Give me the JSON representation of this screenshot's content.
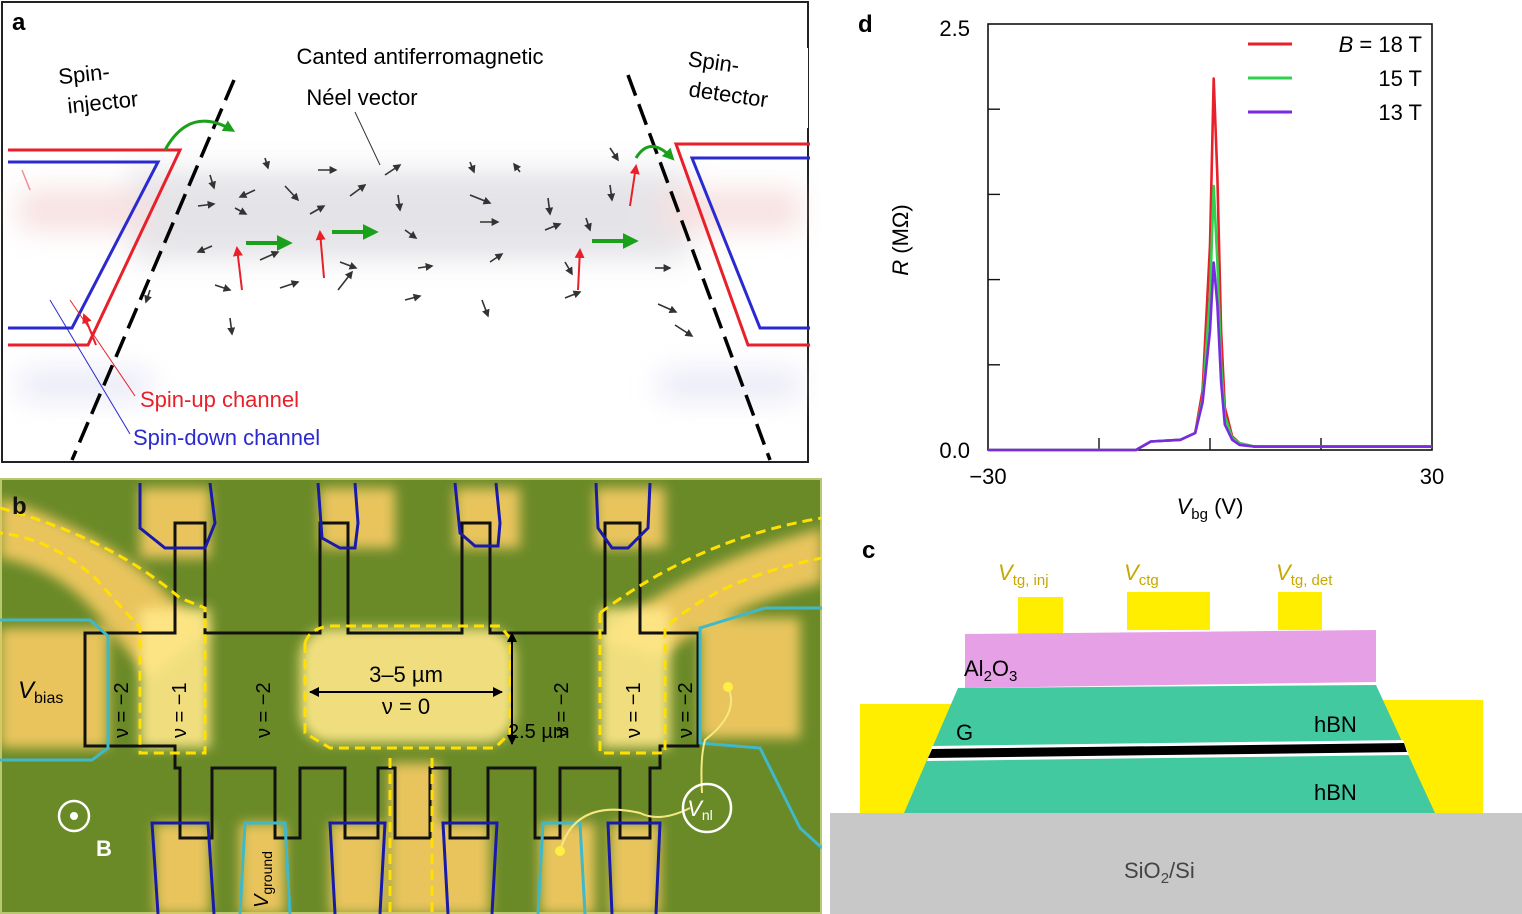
{
  "panel_a": {
    "letter": "a",
    "spin_injector": [
      "Spin-",
      "injector"
    ],
    "spin_detector": [
      "Spin-",
      "detector"
    ],
    "title": "Canted antiferromagnetic",
    "neel": "Néel vector",
    "spin_up": "Spin-up channel",
    "spin_down": "Spin-down channel",
    "colors": {
      "up": "#e8202a",
      "down": "#2a2ad0",
      "green": "#1aa01a"
    }
  },
  "panel_b": {
    "letter": "b",
    "v_bias": "V",
    "v_bias_sub": "bias",
    "v_ground": "V",
    "v_ground_sub": "ground",
    "v_nl": "V",
    "v_nl_sub": "nl",
    "b_field": "B",
    "dim_width": "3–5 µm",
    "nu_zero": "ν = 0",
    "dim_height": "2.5 µm",
    "nu_labels": [
      "ν = −2",
      "ν = −1",
      "ν = −2",
      "ν = −2",
      "ν = −1",
      "ν = −2"
    ]
  },
  "panel_c": {
    "letter": "c",
    "vtg_inj": "V",
    "vtg_inj_sub": "tg, inj",
    "vctg": "V",
    "vctg_sub": "ctg",
    "vtg_det": "V",
    "vtg_det_sub": "tg, det",
    "al2o3": [
      "Al",
      "2",
      "O",
      "3"
    ],
    "graphene": "G",
    "hbn_top": "hBN",
    "hbn_bottom": "hBN",
    "substrate": [
      "SiO",
      "2",
      "/Si"
    ],
    "colors": {
      "gate": "#ffee00",
      "al2o3": "#e6a0e6",
      "hbn": "#42c9a0",
      "substrate": "#c8c8c8",
      "label_gold": "#c8a800"
    }
  },
  "chart_data": {
    "type": "line",
    "panel_letter": "d",
    "xlabel": "V",
    "xlabel_sub": "bg",
    "xlabel_unit": " (V)",
    "ylabel": "R",
    "ylabel_unit": " (MΩ)",
    "xlim": [
      -30,
      30
    ],
    "ylim": [
      0,
      2.5
    ],
    "x_tick_labels": [
      "−30",
      "30"
    ],
    "y_tick_labels": [
      "0.0",
      "2.5"
    ],
    "legend_prefix": "B = ",
    "legend_position": "top-right",
    "series": [
      {
        "name": "18 T",
        "color": "#e8202a",
        "x": [
          -30,
          -10,
          -8,
          -4,
          -2,
          -1,
          0,
          0.5,
          1,
          1.5,
          2,
          3,
          4,
          6,
          10,
          30
        ],
        "y": [
          0.0,
          0.0,
          0.05,
          0.06,
          0.1,
          0.35,
          1.2,
          2.18,
          1.6,
          0.7,
          0.25,
          0.08,
          0.04,
          0.02,
          0.02,
          0.02
        ]
      },
      {
        "name": "15 T",
        "color": "#30d050",
        "x": [
          -30,
          -10,
          -8,
          -4,
          -2,
          -1,
          0,
          0.5,
          1,
          1.5,
          2,
          3,
          4,
          6,
          10,
          30
        ],
        "y": [
          0.0,
          0.0,
          0.05,
          0.06,
          0.1,
          0.3,
          0.9,
          1.55,
          1.1,
          0.5,
          0.2,
          0.07,
          0.04,
          0.02,
          0.02,
          0.02
        ]
      },
      {
        "name": "13 T",
        "color": "#7a2ae0",
        "x": [
          -30,
          -10,
          -8,
          -4,
          -2,
          -1,
          0,
          0.5,
          1,
          1.5,
          2,
          3,
          4,
          6,
          10,
          30
        ],
        "y": [
          0.0,
          0.0,
          0.05,
          0.06,
          0.1,
          0.28,
          0.7,
          1.1,
          0.85,
          0.4,
          0.15,
          0.06,
          0.03,
          0.02,
          0.02,
          0.02
        ]
      }
    ]
  }
}
